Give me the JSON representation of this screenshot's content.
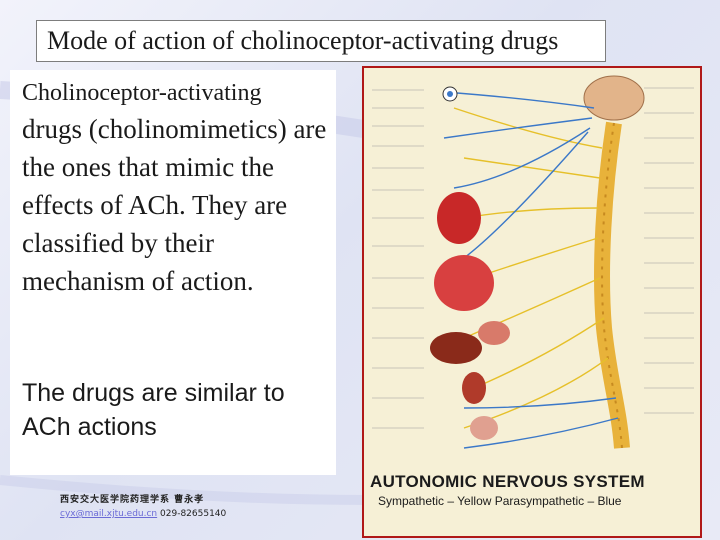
{
  "slide": {
    "title": "Mode of action of cholinoceptor-activating drugs",
    "paragraph1_line1": "Cholinoceptor-activating",
    "paragraph1_rest": "drugs (cholinomimetics) are the ones that mimic the effects of ACh. They are classified by their mechanism of action.",
    "paragraph2": "The drugs are similar  to ACh actions",
    "footer_line1": "西安交大医学院药理学系  曹永孝",
    "footer_link": "cyx@mail.xjtu.edu.cn",
    "footer_phone": "029-82655140"
  },
  "poster": {
    "title": "AUTONOMIC NERVOUS SYSTEM",
    "subtitle": "Sympathetic – Yellow    Parasympathetic – Blue",
    "colors": {
      "background": "#f6f0d6",
      "border": "#b01818",
      "sympathetic": "#e6c02a",
      "parasympathetic": "#3b78c8",
      "spine": "#e8b23a",
      "organ": "#c82828"
    }
  }
}
